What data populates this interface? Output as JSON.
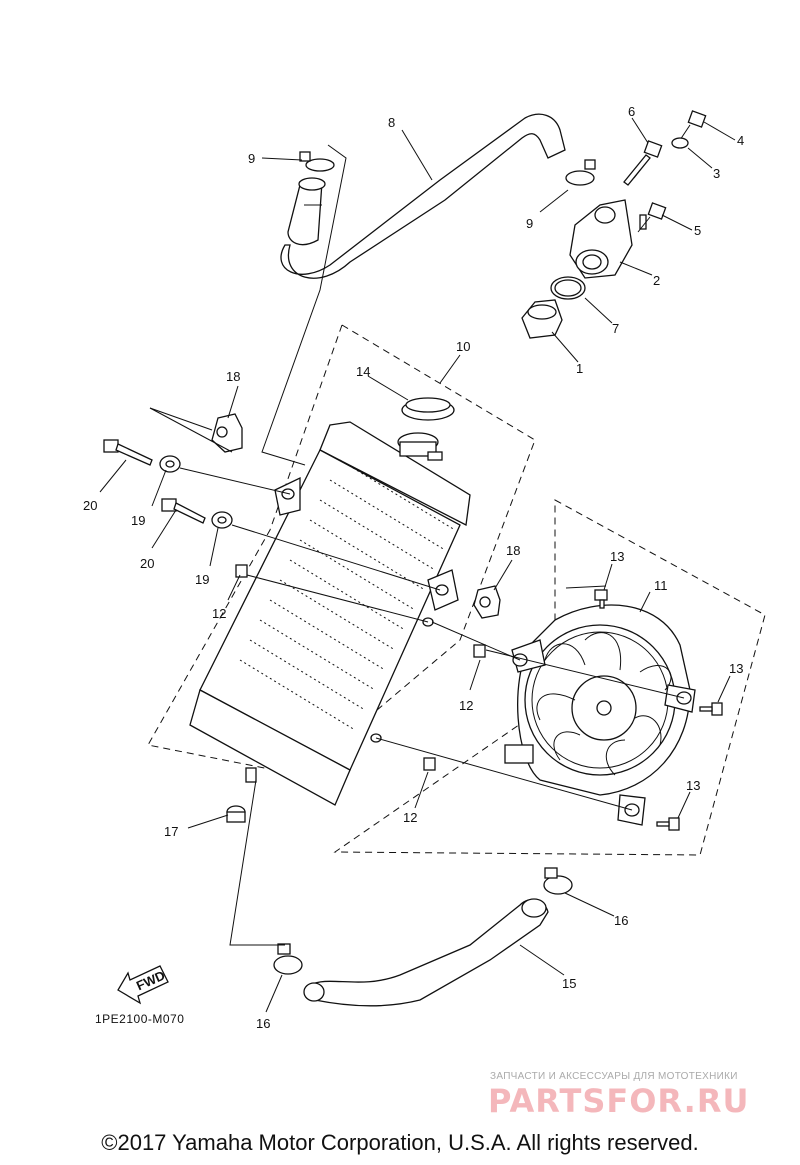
{
  "callouts": {
    "c1": "1",
    "c2": "2",
    "c3": "3",
    "c4": "4",
    "c5": "5",
    "c6": "6",
    "c7": "7",
    "c8": "8",
    "c9a": "9",
    "c9b": "9",
    "c10": "10",
    "c11": "11",
    "c12a": "12",
    "c12b": "12",
    "c12c": "12",
    "c13a": "13",
    "c13b": "13",
    "c13c": "13",
    "c14": "14",
    "c15": "15",
    "c16a": "16",
    "c16b": "16",
    "c17": "17",
    "c18a": "18",
    "c18b": "18",
    "c19a": "19",
    "c19b": "19",
    "c20a": "20",
    "c20b": "20"
  },
  "fwd_label": "FWD",
  "diagram_code": "1PE2100-M070",
  "watermark": {
    "tagline": "ЗАПЧАСТИ И АКСЕССУАРЫ ДЛЯ МОТОТЕХНИКИ",
    "logo": "PARTSFOR.RU",
    "color": "#f4b7bb"
  },
  "copyright": "©2017 Yamaha Motor Corporation, U.S.A. All rights reserved."
}
